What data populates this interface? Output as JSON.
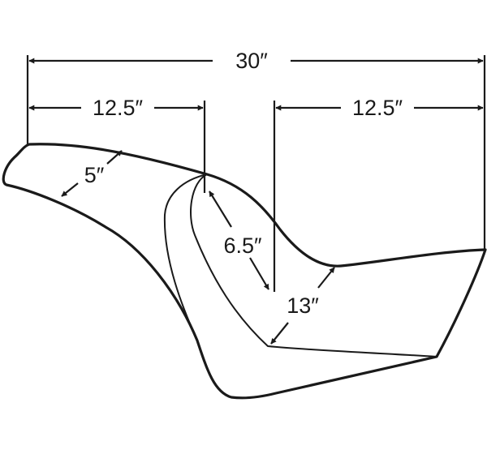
{
  "dimensions": {
    "overall_length": "30″",
    "front_length": "12.5″",
    "rear_length": "12.5″",
    "passenger_width": "5″",
    "rider_depth": "6.5″",
    "rider_width": "13″"
  },
  "colors": {
    "line": "#1a1a1a",
    "background": "#ffffff"
  }
}
